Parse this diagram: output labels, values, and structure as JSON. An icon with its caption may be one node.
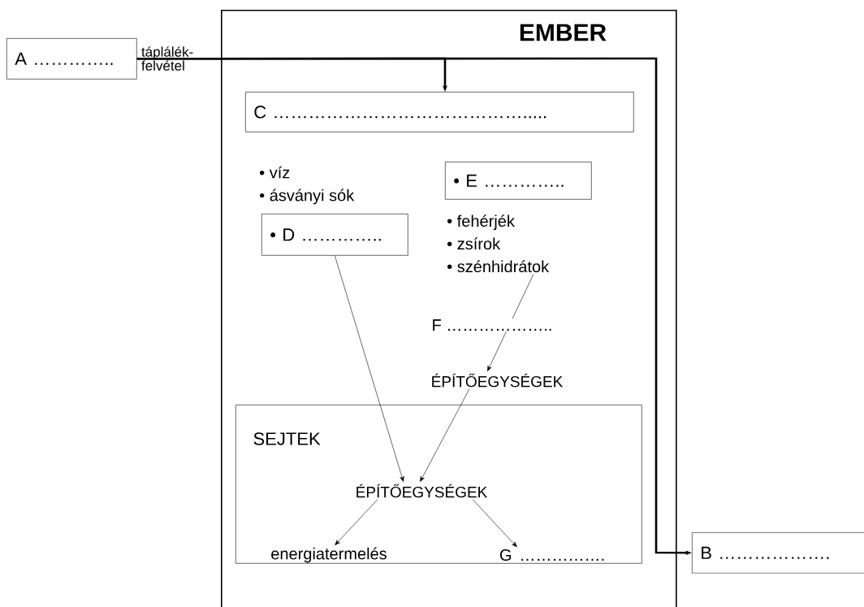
{
  "diagram": {
    "nodes": [
      {
        "text": [
          "EMBER"
        ]
      },
      {
        "text": [
          "A ………….."
        ]
      },
      {
        "text": [
          "C ……………………………………....."
        ],
        "in": 0
      },
      {
        "text": [
          "• E ………….."
        ],
        "in": 0
      },
      {
        "text": [
          "• D ………….."
        ],
        "in": 0
      },
      {
        "text": [
          "• fehérjék",
          "• zsírok",
          "• szénhidrátok"
        ],
        "in": 0
      },
      {
        "text": [
          "ÉPÍTŐEGYSÉGEK"
        ],
        "in": 0
      },
      {
        "text": [
          "SEJTEK"
        ],
        "in": 0
      },
      {
        "text": [
          "ÉPÍTŐEGYSÉGEK"
        ],
        "in": 7
      },
      {
        "text": [
          "energiatermelés"
        ],
        "in": 7
      },
      {
        "text": [
          "G ……………."
        ],
        "in": 7
      },
      {
        "text": [
          "B ………………."
        ]
      }
    ],
    "edges": [
      {
        "from": 1,
        "to": 2,
        "arrow": "to",
        "style": "thick",
        "label": "táplálék- felvétel"
      },
      {
        "from": 1,
        "to": 11,
        "arrow": "to",
        "style": "thick"
      },
      {
        "from": 4,
        "to": 8,
        "arrow": "to"
      },
      {
        "from": 5,
        "to": 6,
        "arrow": "to",
        "label": "F ……………….."
      },
      {
        "from": 6,
        "to": 8,
        "arrow": "to"
      },
      {
        "from": 8,
        "to": 9,
        "arrow": "to"
      },
      {
        "from": 8,
        "to": 10,
        "arrow": "to"
      }
    ],
    "labels": [
      "• víz",
      "• ásványi sók"
    ]
  }
}
